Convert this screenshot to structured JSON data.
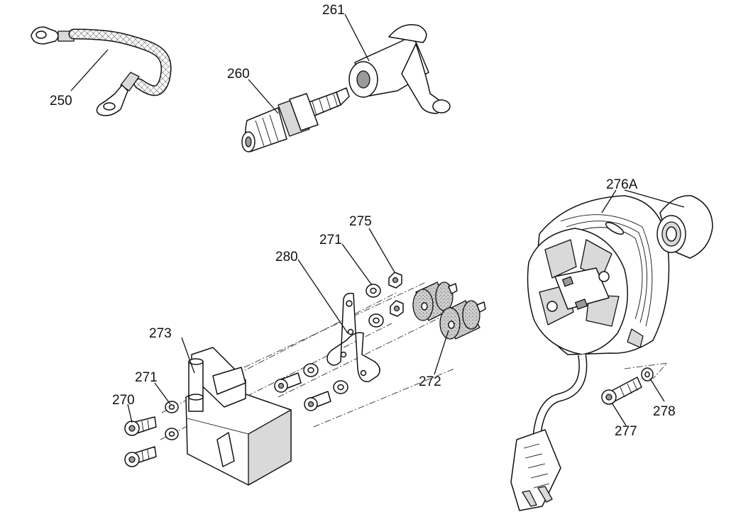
{
  "labels": {
    "p250": "250",
    "p260": "260",
    "p261": "261",
    "p276A": "276A",
    "p275": "275",
    "p271a": "271",
    "p280": "280",
    "p273": "273",
    "p271b": "271",
    "p270": "270",
    "p272": "272",
    "p277": "277",
    "p278": "278"
  }
}
